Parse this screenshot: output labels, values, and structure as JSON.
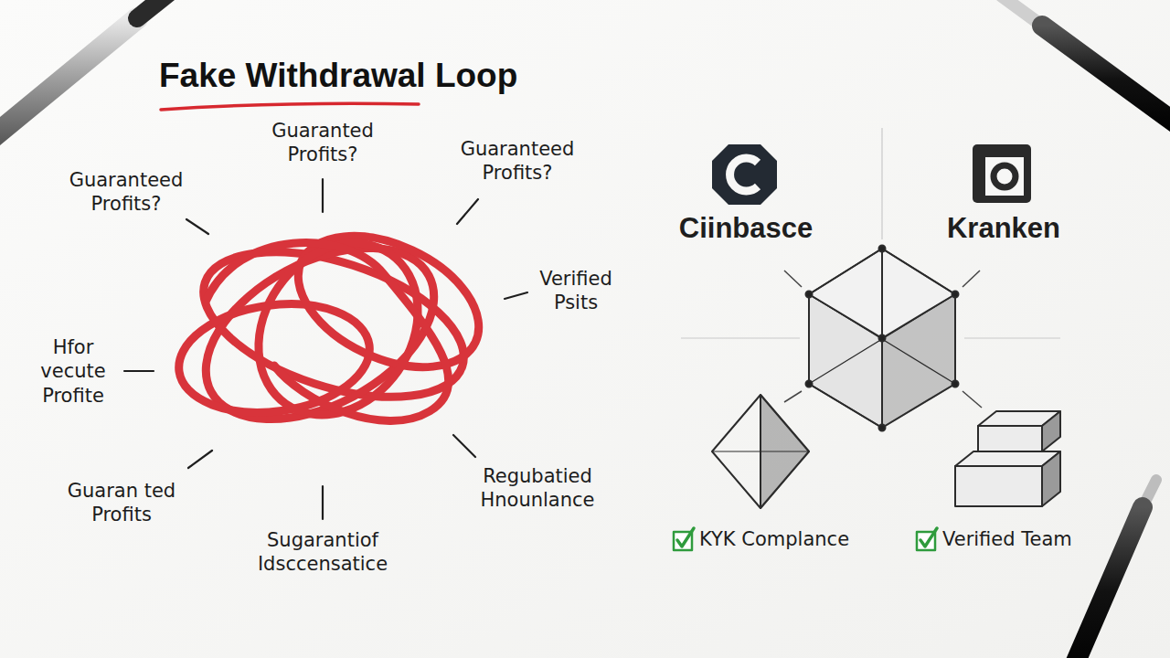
{
  "diagram": {
    "title": "Fake Withdrawal Loop",
    "labels": [
      "Guaranted Profits?",
      "Guaranteed Profits?",
      "Guaranteed Profits?",
      "Verified Psits",
      "Hfor vecute Profite",
      "Regubatied Hnounlance",
      "Guaran ted Profits",
      "Sugarantiof Idsccensatice",
      "Ciinbasce",
      "Kranken",
      "KYK Complance",
      "Verified Team"
    ]
  }
}
